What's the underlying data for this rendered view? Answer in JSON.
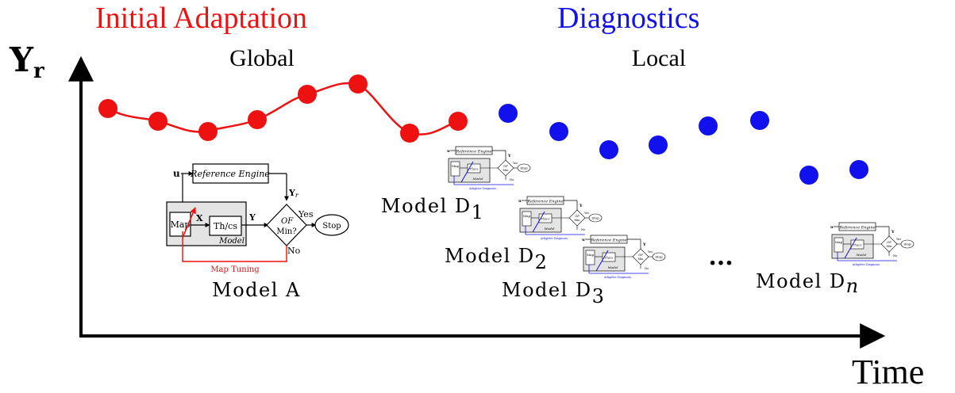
{
  "headings": {
    "adaptation": "Initial Adaptation",
    "diagnostics": "Diagnostics",
    "global": "Global",
    "local": "Local"
  },
  "axes": {
    "y_label": "Y",
    "y_sub": "r",
    "x_label": "Time"
  },
  "colors": {
    "adaptation": "#ee1111",
    "diagnostics": "#1111ee",
    "axis": "#000000"
  },
  "model_a": {
    "caption": "Model A",
    "u": "u",
    "x": "X",
    "y": "Y",
    "reference": "Reference Engine",
    "yr": "Y",
    "yr_sub": "r",
    "map": "Map",
    "thcs": "Th/cs",
    "model": "Model",
    "of": "OF",
    "min": "Min?",
    "yes": "Yes",
    "no": "No",
    "stop": "Stop",
    "tuning": "Map Tuning"
  },
  "model_d": {
    "captions": [
      {
        "base": "Model D",
        "sub": "1"
      },
      {
        "base": "Model D",
        "sub": "2"
      },
      {
        "base": "Model D",
        "sub": "3"
      },
      {
        "base": "Model D",
        "sub": "n"
      }
    ],
    "ellipsis": "...",
    "reference": "Reference Engine",
    "map": "Map",
    "thcs": "Th/cs",
    "model": "Model",
    "of": "OF",
    "min": "Min",
    "yes": "Yes",
    "no": "No",
    "stop": "Stop",
    "adaptive": "Adaptive Diagnosis",
    "u": "u",
    "yr": "Y"
  }
}
